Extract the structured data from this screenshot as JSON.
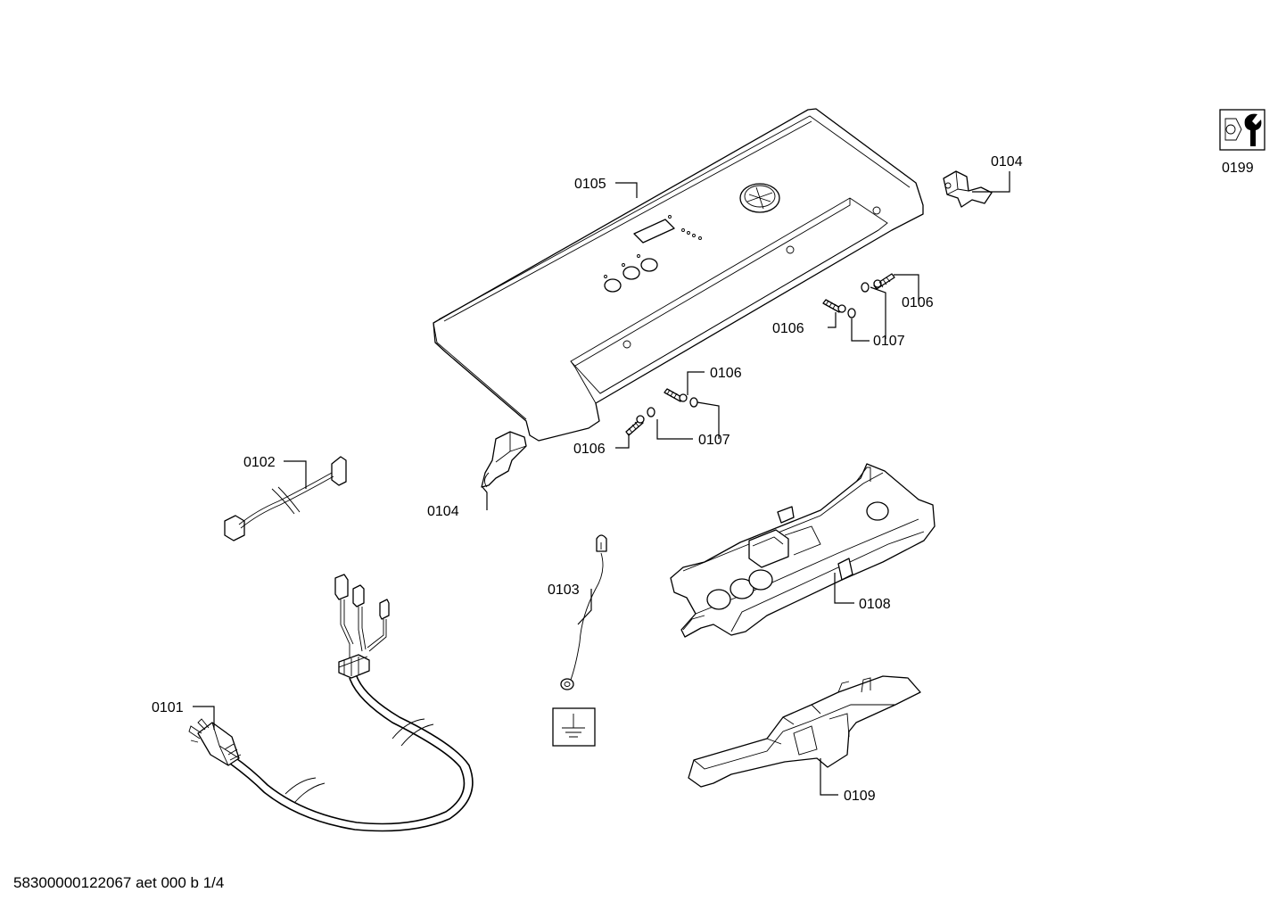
{
  "labels": {
    "l0105": "0105",
    "l0104a": "0104",
    "l0104b": "0104",
    "l0106a": "0106",
    "l0106b": "0106",
    "l0106c": "0106",
    "l0106d": "0106",
    "l0107a": "0107",
    "l0107b": "0107",
    "l0102": "0102",
    "l0103": "0103",
    "l0108": "0108",
    "l0101": "0101",
    "l0109": "0109",
    "l0199": "0199"
  },
  "footer": "58300000122067 aet 000 b 1/4",
  "icons": {
    "service_icon": "wrench-nut-icon",
    "ground_icon": "ground-symbol-icon"
  }
}
